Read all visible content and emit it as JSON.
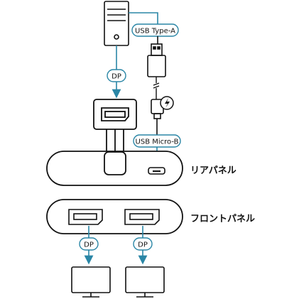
{
  "labels": {
    "usb_type_a": "USB Type-A",
    "usb_micro_b": "USB Micro-B",
    "dp_top": "DP",
    "dp_left": "DP",
    "dp_right": "DP",
    "rear_panel": "リアパネル",
    "front_panel": "フロントパネル"
  },
  "colors": {
    "line": "#111111",
    "accent": "#2a86a6",
    "pill_fill": "#ffffff"
  },
  "icons": {
    "power": "bolt-in-circle-icon",
    "computer": "pc-tower-icon",
    "monitor": "monitor-icon"
  }
}
